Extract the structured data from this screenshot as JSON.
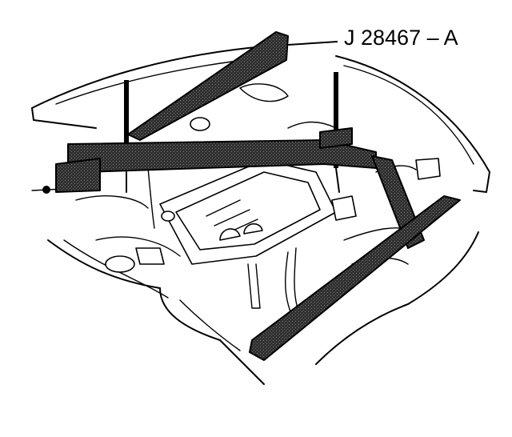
{
  "diagram": {
    "callout_label": "J 28467 – A",
    "colors": {
      "ink": "#000000",
      "paper": "#ffffff",
      "tool_fill": "#3a3a3a",
      "tool_highlight": "#7a7a7a"
    },
    "parts": [
      "hood-opening",
      "engine-assembly",
      "support-fixture-crossbar",
      "support-fixture-rear-beam",
      "support-fixture-front-rail",
      "support-fixture-side-rail",
      "lifting-hooks"
    ]
  }
}
